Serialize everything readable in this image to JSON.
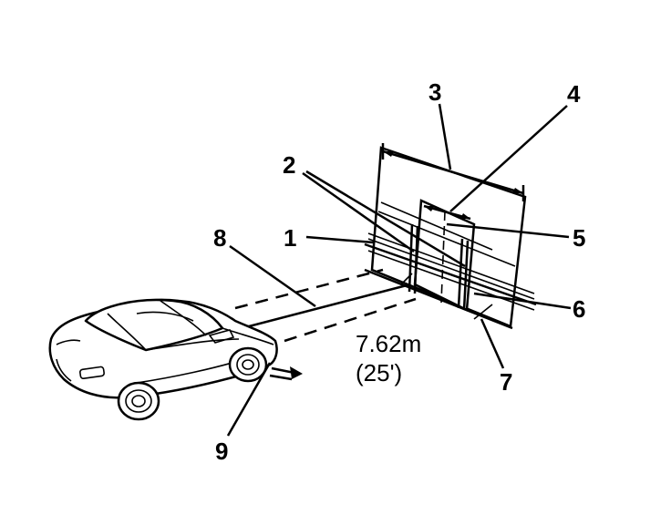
{
  "callouts": {
    "c1": "1",
    "c2": "2",
    "c3": "3",
    "c4": "4",
    "c5": "5",
    "c6": "6",
    "c7": "7",
    "c8": "8",
    "c9": "9"
  },
  "distance": {
    "metric": "7.62m",
    "imperial": "(25')"
  }
}
